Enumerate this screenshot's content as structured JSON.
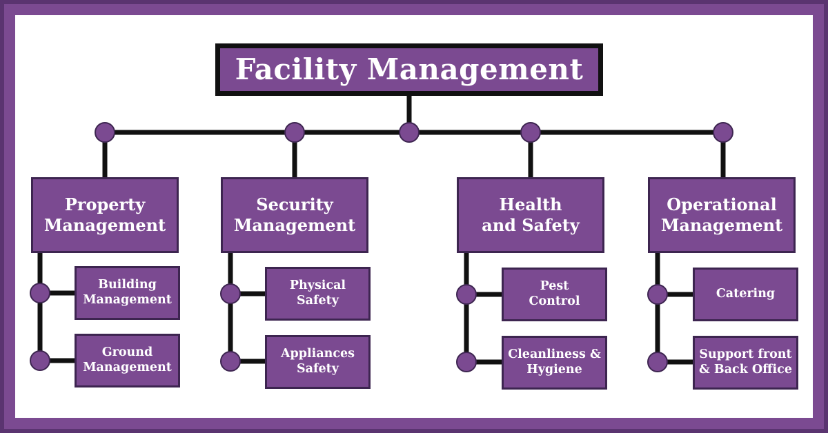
{
  "title": "Facility Management",
  "categories": [
    {
      "label": "Property\nManagement",
      "items": [
        "Building\nManagement",
        "Ground\nManagement"
      ]
    },
    {
      "label": "Security\nManagement",
      "items": [
        "Physical\nSafety",
        "Appliances\nSafety"
      ]
    },
    {
      "label": "Health\nand Safety",
      "items": [
        "Pest\nControl",
        "Cleanliness &\nHygiene"
      ]
    },
    {
      "label": "Operational\nManagement",
      "items": [
        "Catering",
        "Support front\n& Back Office"
      ]
    }
  ],
  "colors": {
    "accent": "#7b4a91",
    "line": "#111111",
    "border": "#3d2550"
  }
}
